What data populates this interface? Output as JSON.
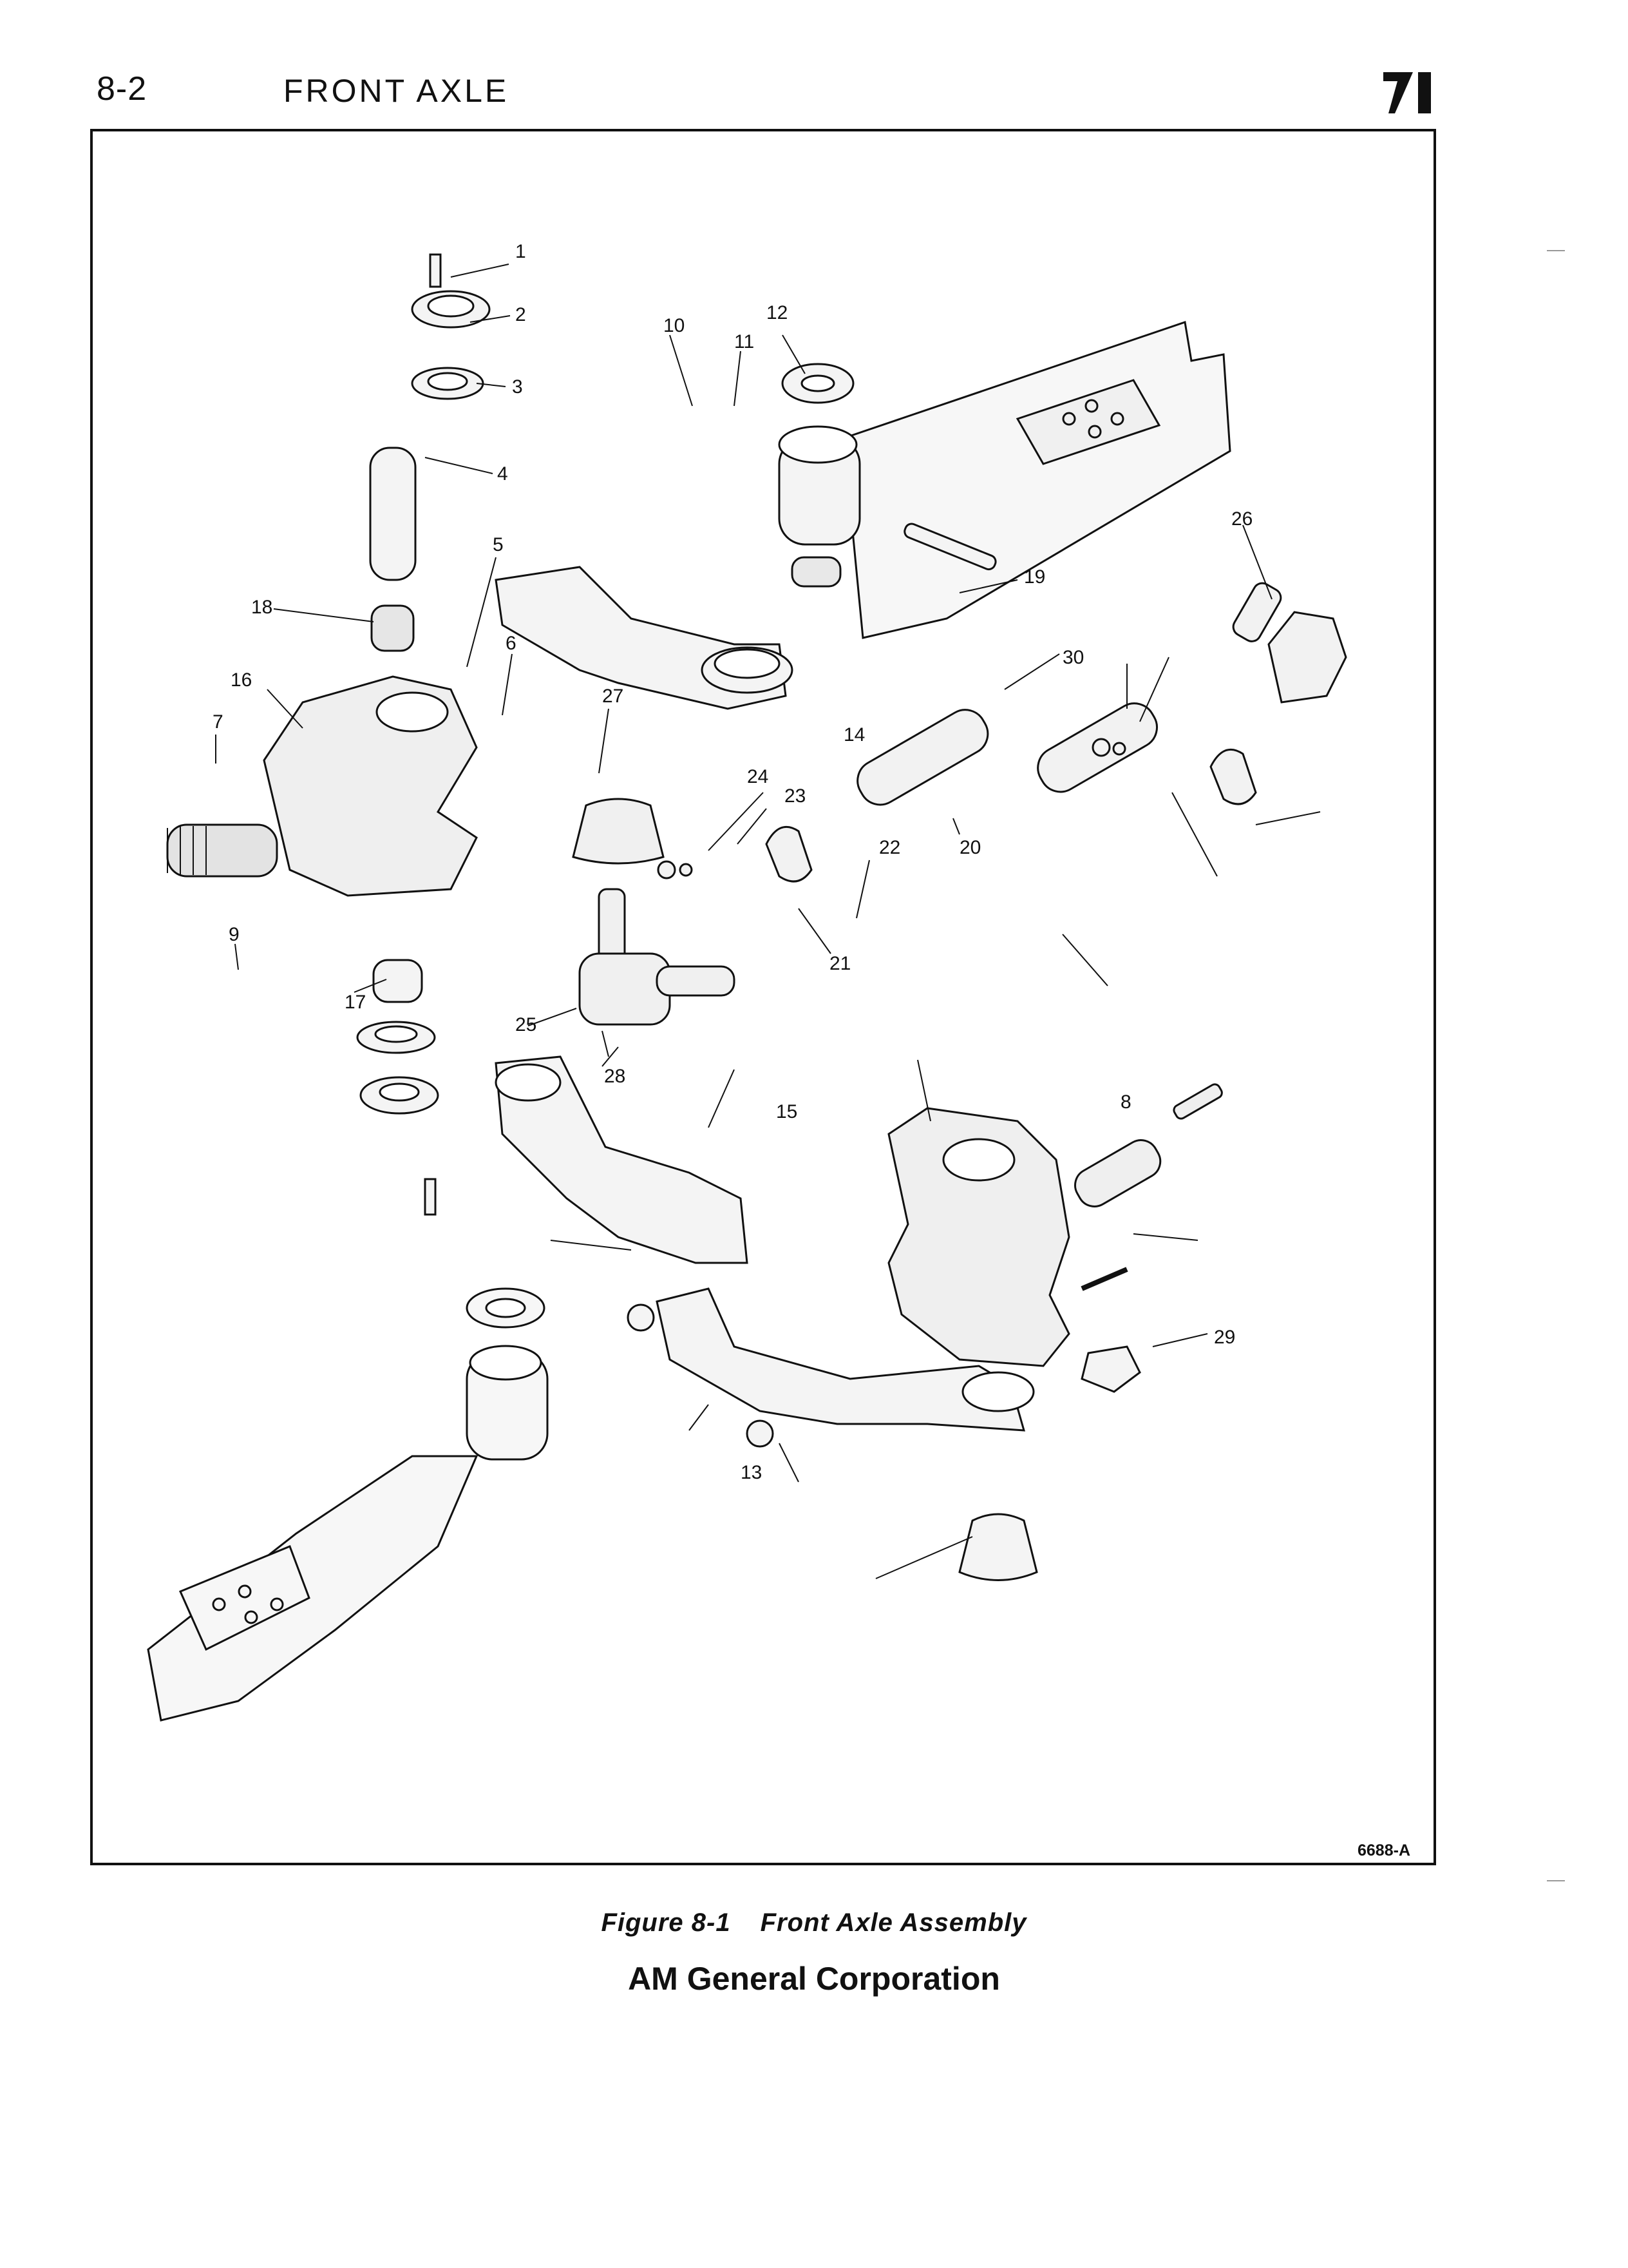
{
  "header": {
    "page_number": "8-2",
    "section_title": "FRONT AXLE"
  },
  "figure": {
    "code": "6688-A",
    "callouts": [
      "1",
      "2",
      "3",
      "4",
      "5",
      "18",
      "16",
      "7",
      "6",
      "27",
      "24",
      "23",
      "22",
      "20",
      "21",
      "9",
      "17",
      "25",
      "28",
      "10",
      "11",
      "12",
      "19",
      "26",
      "14",
      "30",
      "15",
      "8",
      "13",
      "29"
    ],
    "caption_number": "Figure 8-1",
    "caption_title": "Front Axle Assembly"
  },
  "footer": {
    "publisher": "AM General Corporation"
  },
  "colors": {
    "ink": "#111111",
    "paper": "#ffffff",
    "part_fill": "#f4f4f4",
    "part_shade": "#d8d8d8"
  }
}
